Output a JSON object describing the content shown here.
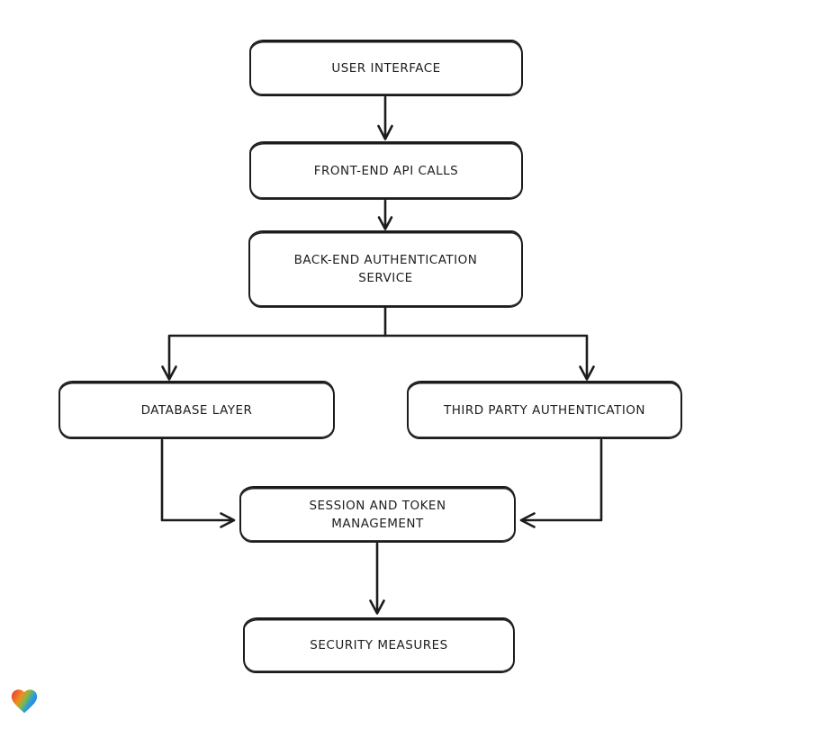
{
  "diagram": {
    "type": "flowchart",
    "background": "#ffffff",
    "stroke_color": "#1c1c1c",
    "node_fill": "#ffffff",
    "nodes": [
      {
        "id": "user-interface",
        "label": "USER INTERFACE"
      },
      {
        "id": "frontend-api-calls",
        "label": "FRONT-END API CALLS"
      },
      {
        "id": "backend-auth-service",
        "label": "BACK-END AUTHENTICATION SERVICE"
      },
      {
        "id": "database-layer",
        "label": "DATABASE LAYER"
      },
      {
        "id": "third-party-auth",
        "label": "THIRD PARTY AUTHENTICATION"
      },
      {
        "id": "session-token-management",
        "label": "SESSION AND TOKEN MANAGEMENT"
      },
      {
        "id": "security-measures",
        "label": "SECURITY MEASURES"
      }
    ],
    "edges": [
      {
        "from": "user-interface",
        "to": "frontend-api-calls"
      },
      {
        "from": "frontend-api-calls",
        "to": "backend-auth-service"
      },
      {
        "from": "backend-auth-service",
        "to": "database-layer"
      },
      {
        "from": "backend-auth-service",
        "to": "third-party-auth"
      },
      {
        "from": "database-layer",
        "to": "session-token-management"
      },
      {
        "from": "third-party-auth",
        "to": "session-token-management"
      },
      {
        "from": "session-token-management",
        "to": "security-measures"
      }
    ]
  },
  "watermark": {
    "icon": "gradient-heart-icon",
    "colors": [
      "#e53138",
      "#ef8d21",
      "#8cb63f",
      "#28a0d8",
      "#2b7fd4"
    ]
  }
}
